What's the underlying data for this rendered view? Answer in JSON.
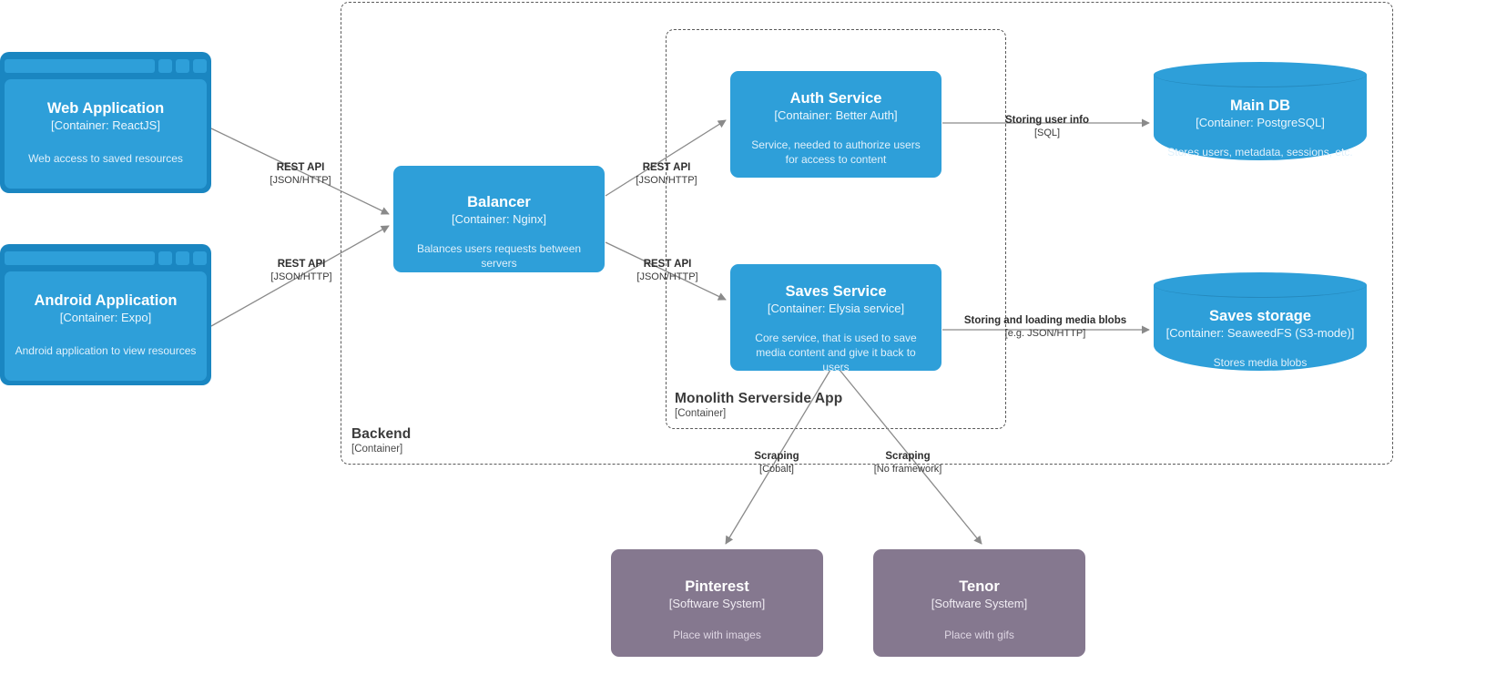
{
  "diagram": {
    "title": "Container diagram",
    "colors": {
      "container": "#2e9fd9",
      "container_dark": "#1a86c1",
      "system": "#85788f",
      "edge": "#8a8a8a",
      "boundary": "#5a5a5a",
      "background": "#ffffff"
    }
  },
  "boundaries": [
    {
      "id": "backend",
      "name": "Backend",
      "type": "[Container]"
    },
    {
      "id": "monolith",
      "name": "Monolith Serverside App",
      "type": "[Container]"
    }
  ],
  "nodes": [
    {
      "id": "web-application",
      "shape": "browser",
      "name": "Web Application",
      "type": "[Container: ReactJS]",
      "desc": "Web access to saved resources"
    },
    {
      "id": "android-application",
      "shape": "browser",
      "name": "Android Application",
      "type": "[Container: Expo]",
      "desc": "Android application to view resources"
    },
    {
      "id": "balancer",
      "shape": "box",
      "name": "Balancer",
      "type": "[Container: Nginx]",
      "desc": "Balances users requests between servers"
    },
    {
      "id": "auth-service",
      "shape": "box",
      "name": "Auth Service",
      "type": "[Container: Better Auth]",
      "desc": "Service, needed to authorize users for access to content"
    },
    {
      "id": "saves-service",
      "shape": "box",
      "name": "Saves Service",
      "type": "[Container: Elysia service]",
      "desc": "Core service, that is used to save media content and give it back to users"
    },
    {
      "id": "main-db",
      "shape": "cylinder",
      "name": "Main DB",
      "type": "[Container: PostgreSQL]",
      "desc": "Stores users, metadata, sessions, etc."
    },
    {
      "id": "saves-storage",
      "shape": "cylinder",
      "name": "Saves storage",
      "type": "[Container: SeaweedFS (S3-mode)]",
      "desc": "Stores media blobs"
    },
    {
      "id": "pinterest",
      "shape": "system",
      "name": "Pinterest",
      "type": "[Software System]",
      "desc": "Place with images"
    },
    {
      "id": "tenor",
      "shape": "system",
      "name": "Tenor",
      "type": "[Software System]",
      "desc": "Place with gifs"
    }
  ],
  "edges": [
    {
      "id": "web-to-balancer",
      "from": "web-application",
      "to": "balancer",
      "label": "REST API",
      "tech": "[JSON/HTTP]"
    },
    {
      "id": "android-to-balancer",
      "from": "android-application",
      "to": "balancer",
      "label": "REST API",
      "tech": "[JSON/HTTP]"
    },
    {
      "id": "balancer-to-auth",
      "from": "balancer",
      "to": "auth-service",
      "label": "REST API",
      "tech": "[JSON/HTTP]"
    },
    {
      "id": "balancer-to-saves",
      "from": "balancer",
      "to": "saves-service",
      "label": "REST API",
      "tech": "[JSON/HTTP]"
    },
    {
      "id": "auth-to-maindb",
      "from": "auth-service",
      "to": "main-db",
      "label": "Storing user info",
      "tech": "[SQL]"
    },
    {
      "id": "saves-to-storage",
      "from": "saves-service",
      "to": "saves-storage",
      "label": "Storing and loading media blobs",
      "tech": "[e.g. JSON/HTTP]"
    },
    {
      "id": "saves-to-pinterest",
      "from": "saves-service",
      "to": "pinterest",
      "label": "Scraping",
      "tech": "[Cobalt]"
    },
    {
      "id": "saves-to-tenor",
      "from": "saves-service",
      "to": "tenor",
      "label": "Scraping",
      "tech": "[No framework]"
    }
  ]
}
